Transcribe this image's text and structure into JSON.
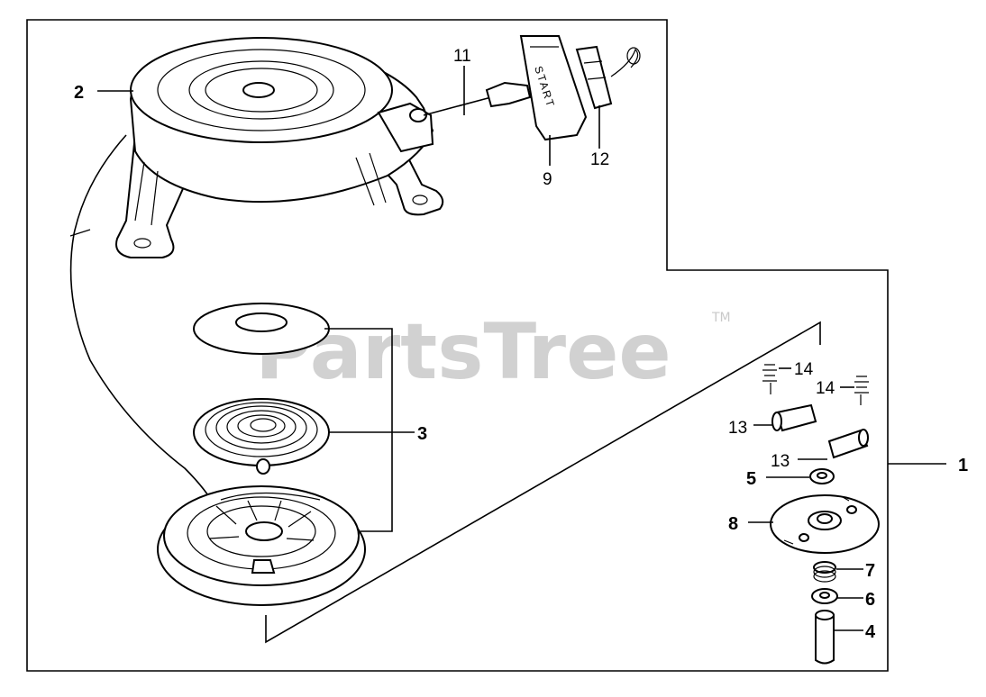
{
  "watermark": {
    "text": "PartsTree",
    "trademark": "TM"
  },
  "handle_text": "START",
  "callouts": {
    "c1": "1",
    "c2": "2",
    "c3": "3",
    "c4": "4",
    "c5": "5",
    "c6": "6",
    "c7": "7",
    "c8": "8",
    "c9": "9",
    "c11": "11",
    "c12": "12",
    "c13a": "13",
    "c13b": "13",
    "c14a": "14",
    "c14b": "14"
  }
}
